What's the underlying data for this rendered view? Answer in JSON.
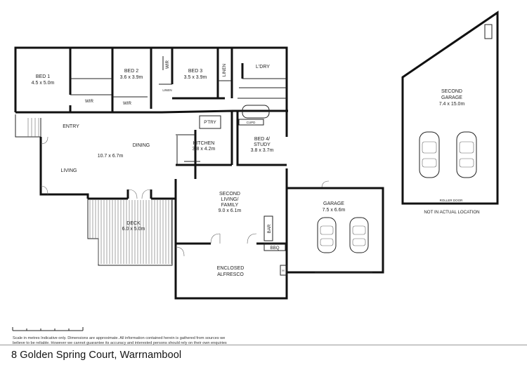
{
  "rooms": {
    "bed1": {
      "name": "BED 1",
      "dims": "4.5 x 5.0m"
    },
    "bed2": {
      "name": "BED 2",
      "dims": "3.6 x 3.9m"
    },
    "bed3": {
      "name": "BED 3",
      "dims": "3.5 x 3.9m"
    },
    "laundry": {
      "name": "L'DRY"
    },
    "wir1": {
      "name": "WIR"
    },
    "wir2": {
      "name": "WIR"
    },
    "wir3": {
      "name": "WIR"
    },
    "linen1": {
      "name": "LINEN"
    },
    "linen2": {
      "name": "LINEN"
    },
    "entry": {
      "name": "ENTRY"
    },
    "pantry": {
      "name": "P'TRY"
    },
    "cupd": {
      "name": "CUPD"
    },
    "dining": {
      "name": "DINING"
    },
    "living_dims": {
      "dims": "10.7 x 6.7m"
    },
    "living": {
      "name": "LIVING"
    },
    "kitchen": {
      "name": "KITCHEN",
      "dims": "3.8 x 4.2m"
    },
    "bed4": {
      "name_line1": "BED 4/",
      "name_line2": "STUDY",
      "dims": "3.8 x 3.7m"
    },
    "second_living": {
      "name_line1": "SECOND",
      "name_line2": "LIVING/",
      "name_line3": "FAMILY",
      "dims": "9.0 x 6.1m"
    },
    "deck": {
      "name": "DECK",
      "dims": "6.0 x 5.0m"
    },
    "bar": {
      "name": "BAR"
    },
    "bbq": {
      "name": "BBQ"
    },
    "heater": {
      "name": "H"
    },
    "alfresco": {
      "name_line1": "ENCLOSED",
      "name_line2": "ALFRESCO"
    },
    "garage": {
      "name": "GARAGE",
      "dims": "7.5 x 6.6m"
    },
    "second_garage": {
      "name_line1": "SECOND",
      "name_line2": "GARAGE",
      "dims": "7.4 x 15.0m",
      "door": "ROLLER DOOR",
      "note": "NOT IN ACTUAL LOCATION"
    }
  },
  "footer": {
    "disclaimer_line1": "Scale in metres Indicative only. Dimensions are approximate. All information contained herein is gathered from sources we",
    "disclaimer_line2": "believe to be reliable. However we cannot guarantee its accuracy and interested persons should rely on their own enquiries",
    "address": "8 Golden Spring Court, Warrnambool"
  }
}
